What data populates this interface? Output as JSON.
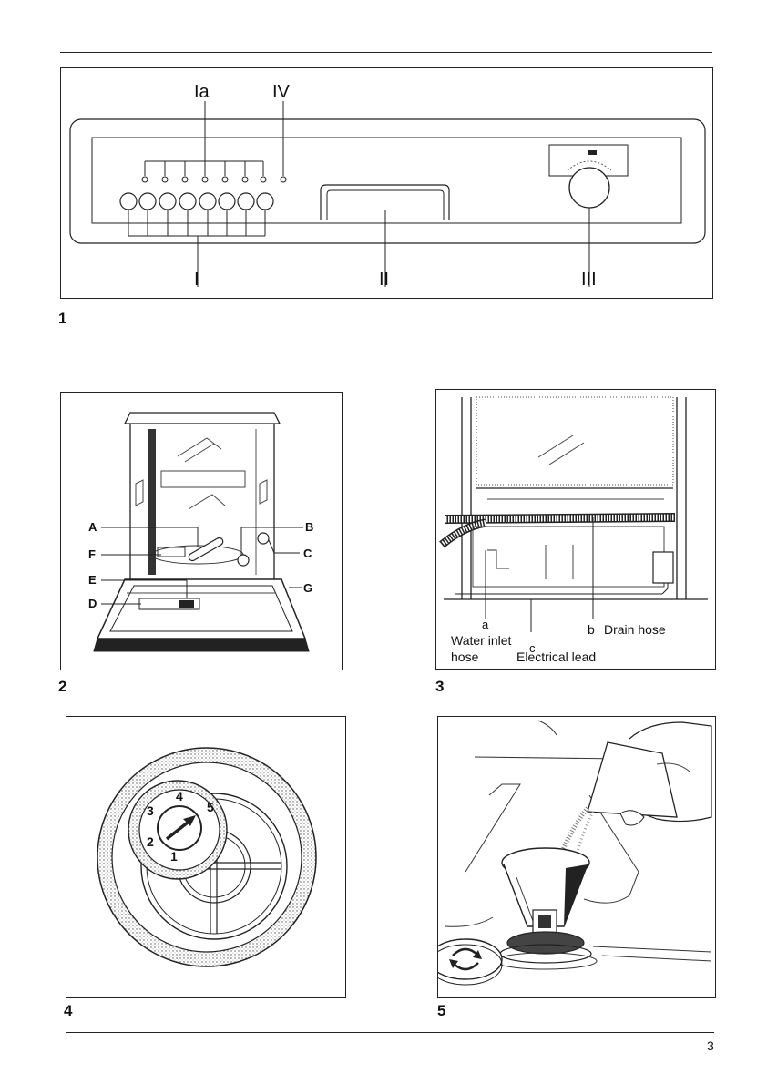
{
  "page": {
    "number": "3"
  },
  "fig1": {
    "number": "1",
    "labels": {
      "ia": "Ia",
      "iv": "IV",
      "i": "I",
      "ii": "II",
      "iii": "III"
    }
  },
  "fig2": {
    "number": "2",
    "labels": {
      "a": "A",
      "b": "B",
      "c": "C",
      "d": "D",
      "e": "E",
      "f": "F",
      "g": "G"
    }
  },
  "fig3": {
    "number": "3",
    "labels": {
      "a": "a",
      "b": "b",
      "c": "c",
      "water_inlet_1": "Water inlet",
      "water_inlet_2": "hose",
      "drain_hose": "Drain hose",
      "electrical_lead": "Electrical lead"
    }
  },
  "fig4": {
    "number": "4",
    "dial": [
      "1",
      "2",
      "3",
      "4",
      "5"
    ]
  },
  "fig5": {
    "number": "5"
  }
}
